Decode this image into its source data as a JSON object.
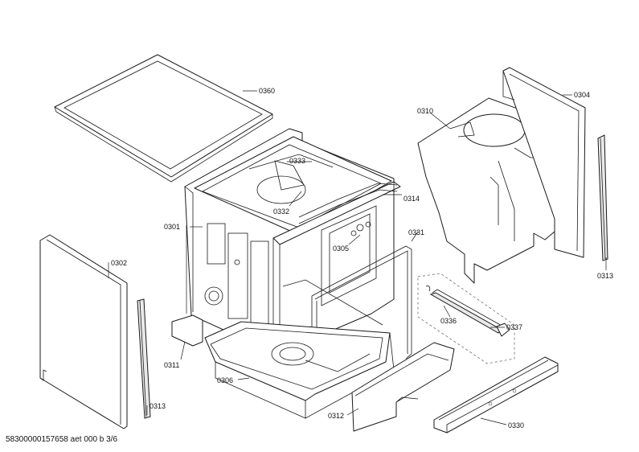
{
  "parts": [
    {
      "id": "0360"
    },
    {
      "id": "0333"
    },
    {
      "id": "0332"
    },
    {
      "id": "0314"
    },
    {
      "id": "0301"
    },
    {
      "id": "0305"
    },
    {
      "id": "0331"
    },
    {
      "id": "0302"
    },
    {
      "id": "0311"
    },
    {
      "id": "0306"
    },
    {
      "id": "0313"
    },
    {
      "id": "0312"
    },
    {
      "id": "0310"
    },
    {
      "id": "0304"
    },
    {
      "id": "0313"
    },
    {
      "id": "0336"
    },
    {
      "id": "0337"
    },
    {
      "id": "0330"
    }
  ],
  "footer": {
    "document_id": "58300000157658 aet 000 b 3/6"
  }
}
